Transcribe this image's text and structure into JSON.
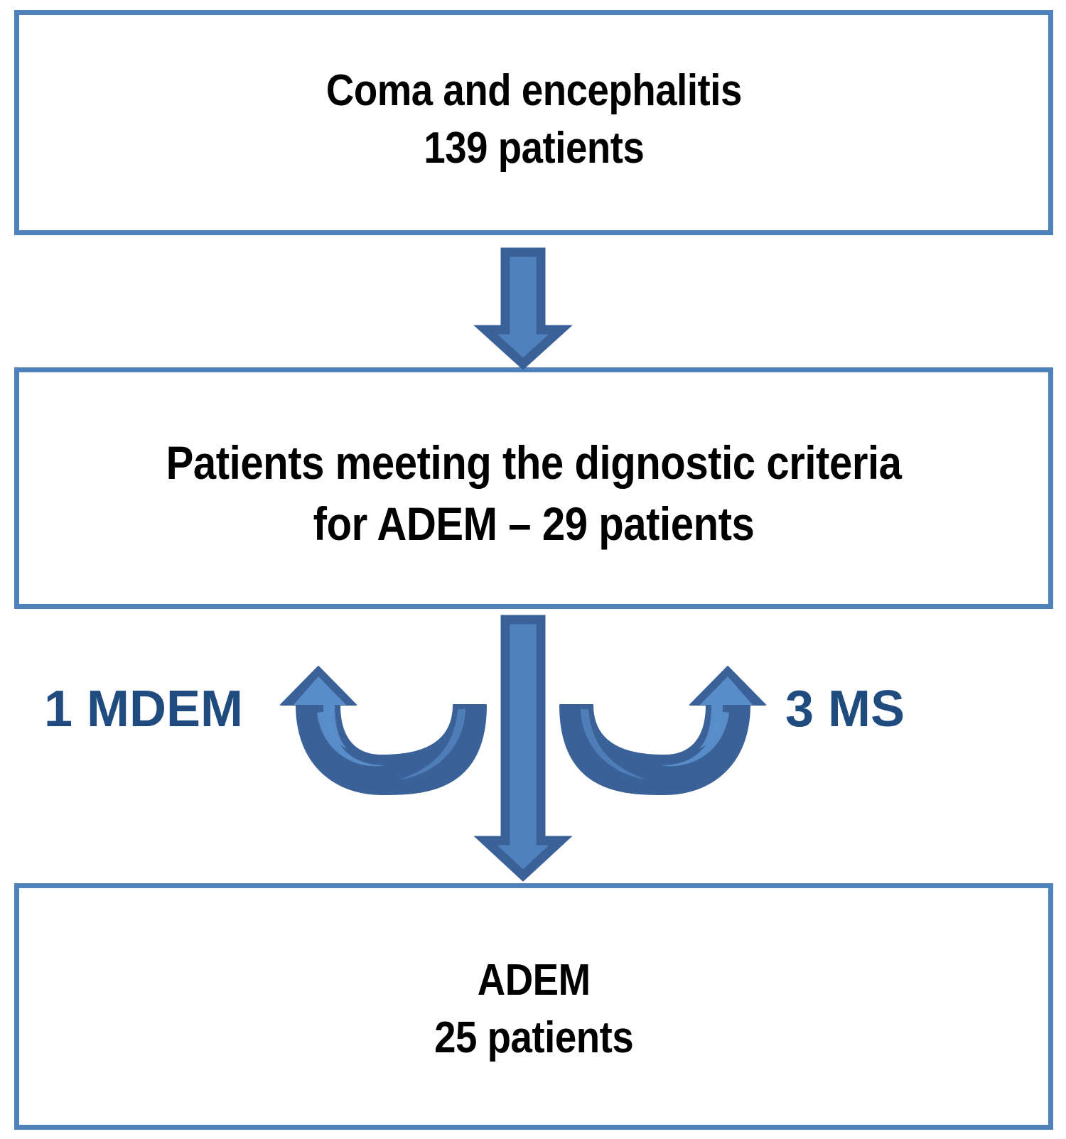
{
  "diagram": {
    "title": "ADEM patient selection flow",
    "colors": {
      "box_border": "#4F81BD",
      "arrow_fill": "#4F81BD",
      "arrow_outline": "#3A6298",
      "label_text": "#1F4B7E",
      "box_text": "#000000",
      "background": "#FFFFFF"
    },
    "boxes": [
      {
        "id": "coma",
        "lines": [
          "Coma and encephalitis",
          "139 patients"
        ]
      },
      {
        "id": "criteria",
        "lines": [
          "Patients meeting the dignostic criteria",
          "for ADEM – 29 patients"
        ]
      },
      {
        "id": "adem",
        "lines": [
          "ADEM",
          "25 patients"
        ]
      }
    ],
    "connectors": [
      {
        "id": "arrow-coma-to-criteria",
        "type": "block-arrow-down",
        "from": "coma",
        "to": "criteria"
      },
      {
        "id": "arrow-criteria-to-adem",
        "type": "block-arrow-down",
        "from": "criteria",
        "to": "adem"
      },
      {
        "id": "arrow-exclude-left",
        "type": "curved-arrow-up-left",
        "label": "1 MDEM"
      },
      {
        "id": "arrow-exclude-right",
        "type": "curved-arrow-up-right",
        "label": "3 MS"
      }
    ],
    "labels": {
      "left_exclusion": "1 MDEM",
      "right_exclusion": "3 MS"
    }
  },
  "chart_data": {
    "type": "diagram",
    "title": "ADEM patient selection flow",
    "nodes": [
      {
        "id": "coma",
        "label": "Coma and encephalitis",
        "count": 139,
        "unit": "patients"
      },
      {
        "id": "criteria",
        "label": "Patients meeting the dignostic criteria for ADEM",
        "count": 29,
        "unit": "patients"
      },
      {
        "id": "adem",
        "label": "ADEM",
        "count": 25,
        "unit": "patients"
      }
    ],
    "exclusions": [
      {
        "from": "criteria",
        "label": "1 MDEM",
        "count": 1,
        "reason": "MDEM"
      },
      {
        "from": "criteria",
        "label": "3 MS",
        "count": 3,
        "reason": "MS"
      }
    ],
    "edges": [
      {
        "from": "coma",
        "to": "criteria"
      },
      {
        "from": "criteria",
        "to": "adem"
      }
    ]
  }
}
